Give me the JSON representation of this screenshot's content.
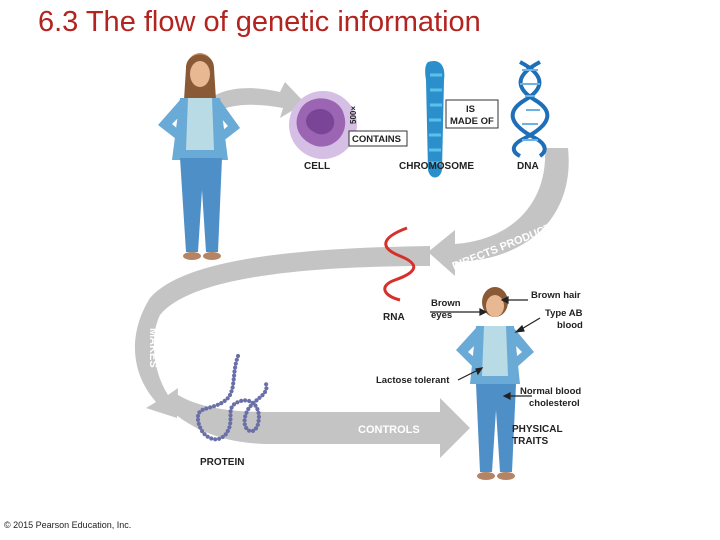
{
  "title": "6.3 The flow of genetic information",
  "copyright": "© 2015 Pearson Education, Inc.",
  "labels": {
    "cell": "CELL",
    "contains": "CONTAINS",
    "magnification": "500×",
    "chromosome": "CHROMOSOME",
    "is_made_of_line1": "IS",
    "is_made_of_line2": "MADE OF",
    "dna": "DNA",
    "directs_production_of": "DIRECTS PRODUCTION OF",
    "rna": "RNA",
    "brown_eyes_line1": "Brown",
    "brown_eyes_line2": "eyes",
    "brown_hair": "Brown hair",
    "blood_type_line1": "Type AB",
    "blood_type_line2": "blood",
    "lactose_tolerant": "Lactose tolerant",
    "cholesterol_line1": "Normal blood",
    "cholesterol_line2": "cholesterol",
    "makes": "MAKES",
    "protein": "PROTEIN",
    "controls": "CONTROLS",
    "physical_traits_line1": "PHYSICAL",
    "physical_traits_line2": "TRAITS"
  },
  "colors": {
    "title": "#b3231f",
    "arrow": "#c4c4c4",
    "dna": "#1f6fb8",
    "rna": "#d6302b",
    "protein": "#6a6fa8",
    "cell": "#b48ac9",
    "chromosome": "#2a8fcb"
  }
}
